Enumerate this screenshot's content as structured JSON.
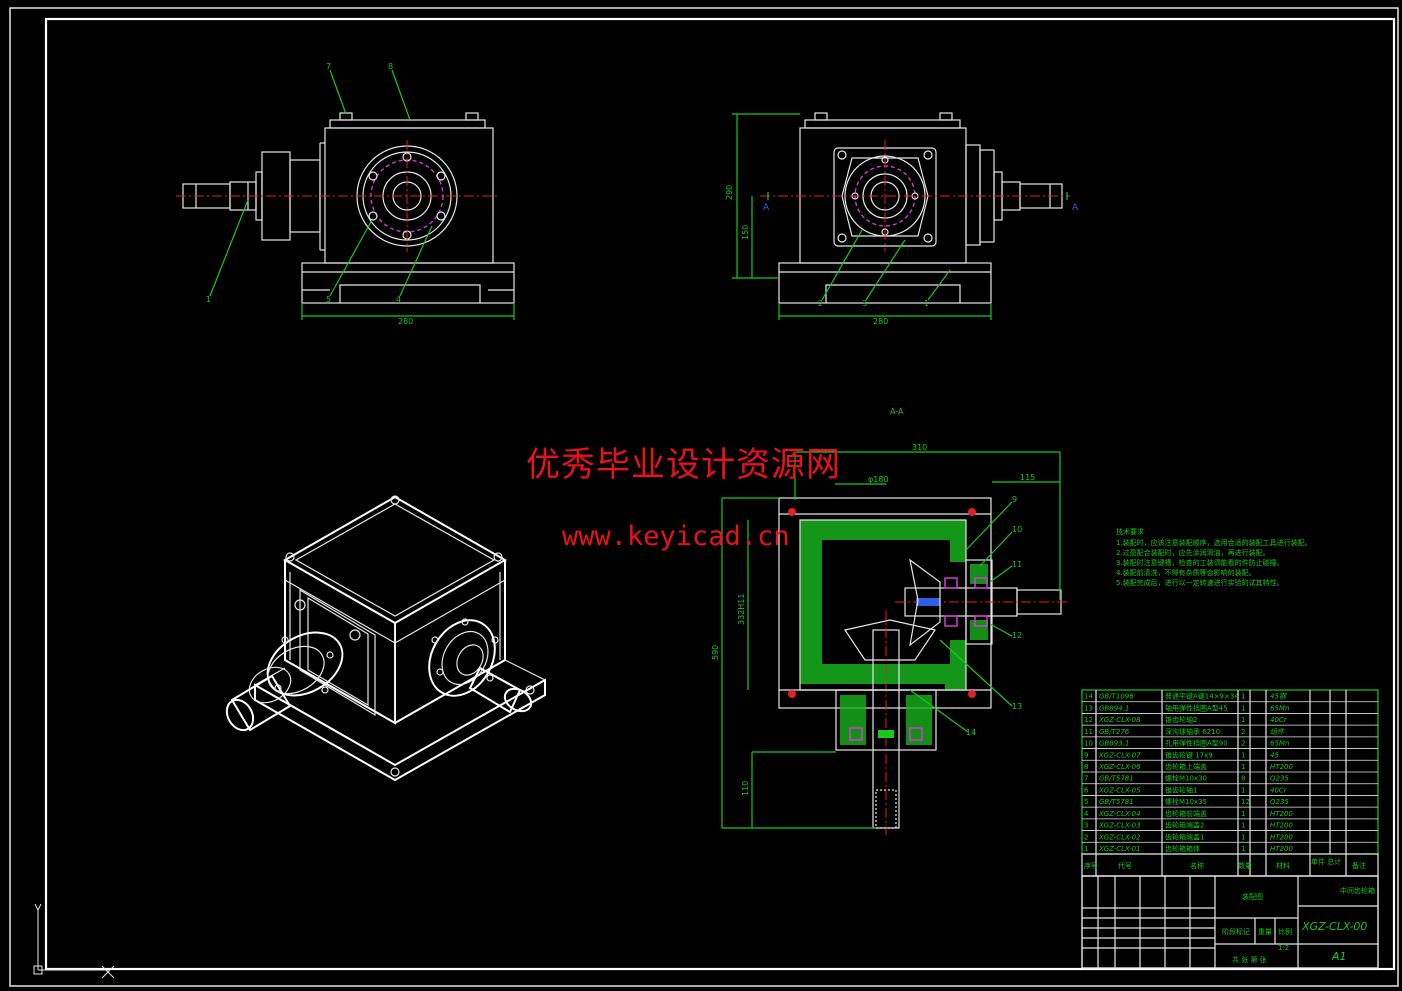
{
  "watermark": {
    "line1": "优秀毕业设计资源网",
    "line2": "www.keyicad.cn"
  },
  "colors": {
    "background": "#000000",
    "line": "#18c81a",
    "watermark": "#e8111d",
    "center_line": "#e0202a",
    "hidden_circle": "#d23cd2"
  },
  "views": {
    "front": {
      "balloons": [
        "7",
        "8",
        "1",
        "5",
        "4"
      ],
      "dim_width": "280"
    },
    "side": {
      "balloons": [
        "2",
        "3",
        "1"
      ],
      "dim_width": "280",
      "dim_height": "290",
      "dim_axis": "150",
      "section_marker": "A"
    },
    "section": {
      "title": "A-A",
      "balloons": [
        "9",
        "10",
        "11",
        "12",
        "13",
        "14"
      ],
      "dim_top": "310",
      "dim_right": "115",
      "dim_bore": "332H11",
      "dim_total_h": "590",
      "dim_low": "110",
      "dim_small": "φ180"
    }
  },
  "technical_requirements": {
    "title": "技术要求",
    "items": [
      "1.装配时，应该注意装配顺序，选用合适的装配工具进行装配。",
      "2.过盈配合装配时，应先涂润滑油，再进行装配。",
      "3.装配时注意键槽，检查的工装须能看的件防止碰撞。",
      "4.装配前清洗，不得有杂质等会影响的装配。",
      "5.装配完成后，进行以一定转速进行实验的试其特性。"
    ]
  },
  "parts_list": [
    {
      "no": "14",
      "code": "GB/T1096",
      "name": "普通平键A键14×9×34",
      "qty": "1",
      "material": "45钢"
    },
    {
      "no": "13",
      "code": "GB894.1",
      "name": "轴用弹性挡圈A型45",
      "qty": "1",
      "material": "65Mn"
    },
    {
      "no": "12",
      "code": "XGZ-CLX-08",
      "name": "锥齿轮轴2",
      "qty": "1",
      "material": "40Cr"
    },
    {
      "no": "11",
      "code": "GB/T276",
      "name": "深沟球轴承 6210",
      "qty": "2",
      "material": "组件"
    },
    {
      "no": "10",
      "code": "GB893.1",
      "name": "孔用弹性挡圈A型90",
      "qty": "2",
      "material": "65Mn"
    },
    {
      "no": "9",
      "code": "XGZ-CLX-07",
      "name": "锥齿轮键 17x9",
      "qty": "1",
      "material": "45"
    },
    {
      "no": "8",
      "code": "XGZ-CLX-06",
      "name": "齿轮箱上端盖",
      "qty": "1",
      "material": "HT200"
    },
    {
      "no": "7",
      "code": "GB/T5781",
      "name": "螺栓M10x30",
      "qty": "8",
      "material": "Q235"
    },
    {
      "no": "6",
      "code": "XGZ-CLX-05",
      "name": "锥齿轮轴1",
      "qty": "1",
      "material": "40Cr"
    },
    {
      "no": "5",
      "code": "GB/T5781",
      "name": "螺栓M10x35",
      "qty": "12",
      "material": "Q235"
    },
    {
      "no": "4",
      "code": "XGZ-CLX-04",
      "name": "齿轮箱前端盖",
      "qty": "1",
      "material": "HT200"
    },
    {
      "no": "3",
      "code": "XGZ-CLX-03",
      "name": "齿轮箱端盖2",
      "qty": "1",
      "material": "HT200"
    },
    {
      "no": "2",
      "code": "XGZ-CLX-02",
      "name": "齿轮箱端盖1",
      "qty": "1",
      "material": "HT200"
    },
    {
      "no": "1",
      "code": "XGZ-CLX-01",
      "name": "齿轮箱箱体",
      "qty": "1",
      "material": "HT200"
    }
  ],
  "parts_header": {
    "col_no": "序号",
    "col_code": "代号",
    "col_name": "名称",
    "col_qty": "数量",
    "col_material": "材料",
    "col_weight": "单件 总计",
    "col_note": "备注"
  },
  "title_block": {
    "product": "中间齿轮箱",
    "drawing_type": "装配图",
    "drawing_no": "XGZ-CLX-00",
    "sheet_size": "A1",
    "stage_label": "阶段标记",
    "weight_label": "重量",
    "scale_label": "比例",
    "scale_value": "1:2",
    "sheet_label": "共 张 第 张"
  },
  "ucs_icon": "ucs-icon"
}
